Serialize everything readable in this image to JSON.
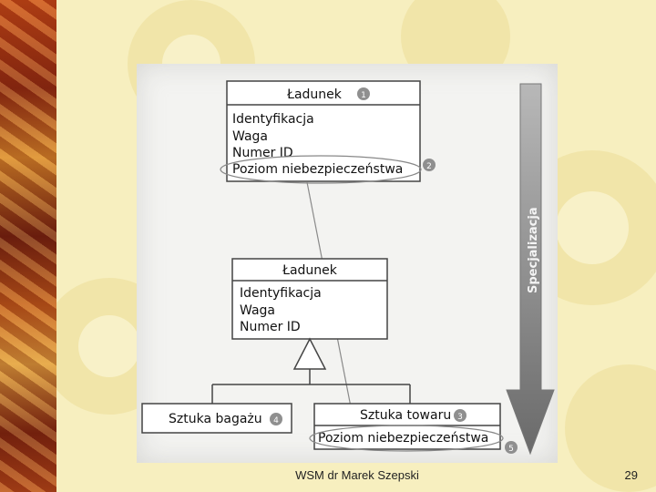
{
  "diagram": {
    "class_top": {
      "name": "Ładunek",
      "badge": "1",
      "attributes": [
        "Identyfikacja",
        "Waga",
        "Numer ID",
        "Poziom niebezpieczeństwa"
      ],
      "attribute_badge": "2"
    },
    "class_middle": {
      "name": "Ładunek",
      "attributes": [
        "Identyfikacja",
        "Waga",
        "Numer ID"
      ]
    },
    "class_baggage": {
      "name": "Sztuka bagażu",
      "badge": "4"
    },
    "class_goods": {
      "name": "Sztuka towaru",
      "badge": "3",
      "attribute": "Poziom niebezpieczeństwa",
      "attribute_badge": "5"
    },
    "arrow_label": "Specjalizacja"
  },
  "footer": {
    "author": "WSM dr Marek Szepski",
    "page": "29"
  }
}
